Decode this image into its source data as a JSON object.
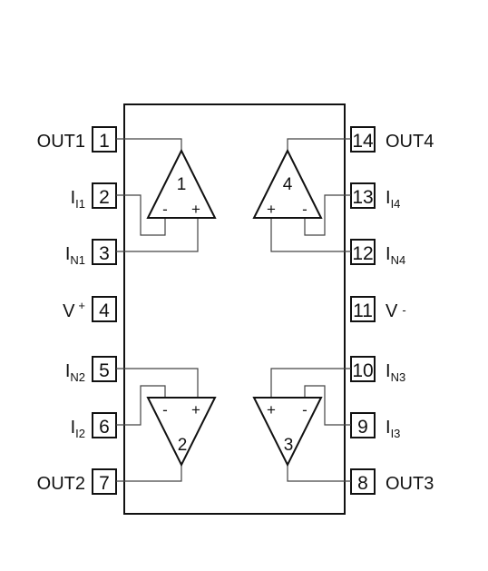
{
  "colors": {
    "stroke": "#111111",
    "wire": "#444444",
    "background": "#ffffff"
  },
  "pins": {
    "p1": {
      "number": "1",
      "name": "OUT1",
      "sub": ""
    },
    "p2": {
      "number": "2",
      "name": "I",
      "sub": "I1"
    },
    "p3": {
      "number": "3",
      "name": "I",
      "sub": "N1"
    },
    "p4": {
      "number": "4",
      "name": "V",
      "sub": "+"
    },
    "p5": {
      "number": "5",
      "name": "I",
      "sub": "N2"
    },
    "p6": {
      "number": "6",
      "name": "I",
      "sub": "I2"
    },
    "p7": {
      "number": "7",
      "name": "OUT2",
      "sub": ""
    },
    "p8": {
      "number": "8",
      "name": "OUT3",
      "sub": ""
    },
    "p9": {
      "number": "9",
      "name": "I",
      "sub": "I3"
    },
    "p10": {
      "number": "10",
      "name": "I",
      "sub": "N3"
    },
    "p11": {
      "number": "11",
      "name": "V",
      "sub": "-"
    },
    "p12": {
      "number": "12",
      "name": "I",
      "sub": "N4"
    },
    "p13": {
      "number": "13",
      "name": "I",
      "sub": "I4"
    },
    "p14": {
      "number": "14",
      "name": "OUT4",
      "sub": ""
    }
  },
  "amps": {
    "a1": {
      "number": "1",
      "minus": "-",
      "plus": "+"
    },
    "a2": {
      "number": "2",
      "minus": "-",
      "plus": "+"
    },
    "a3": {
      "number": "3",
      "minus": "-",
      "plus": "+"
    },
    "a4": {
      "number": "4",
      "minus": "-",
      "plus": "+"
    }
  }
}
